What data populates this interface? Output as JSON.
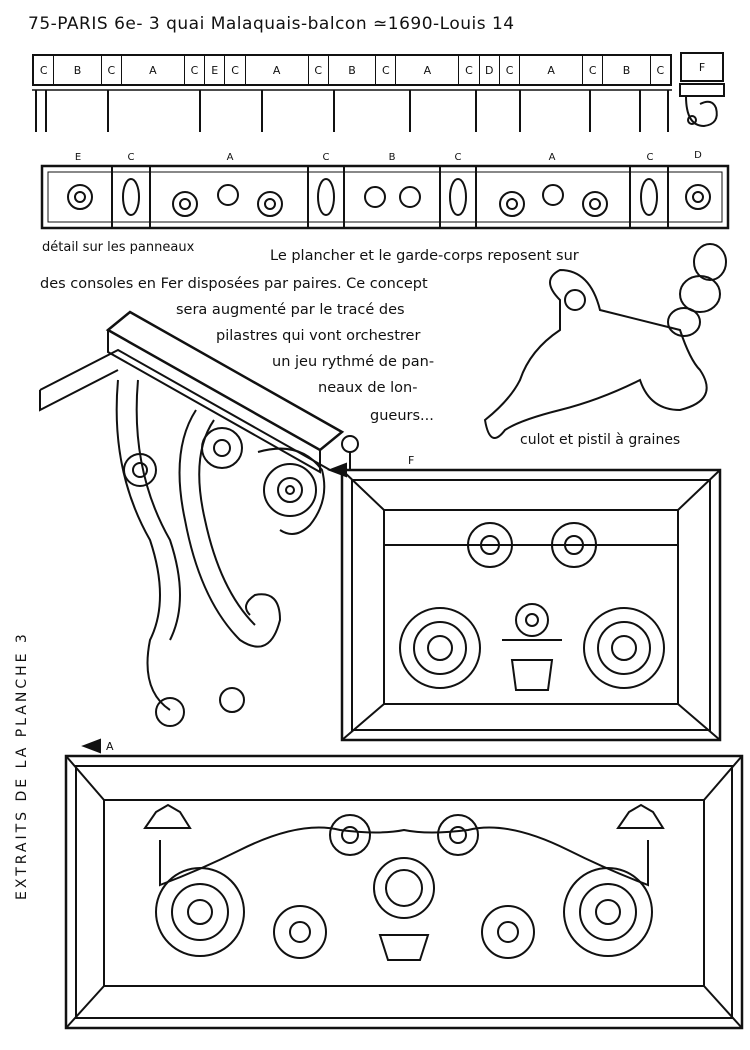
{
  "title": "75-PARIS 6e- 3 quai Malaquais-balcon ≃1690-Louis 14",
  "plan_strip": {
    "segments": [
      "C",
      "B",
      "C",
      "A",
      "C",
      "E",
      "C",
      "A",
      "C",
      "B",
      "C",
      "A",
      "C",
      "D",
      "C",
      "A",
      "C",
      "B",
      "C"
    ],
    "end_label": "F"
  },
  "panel_row_labels": [
    "E",
    "C",
    "A",
    "C",
    "B",
    "C",
    "A",
    "C",
    "D"
  ],
  "detail_caption": "détail sur les panneaux",
  "note_lines": [
    "Le plancher et le garde-corps reposent sur",
    "des consoles en Fer disposées par paires. Ce concept",
    "sera augmenté par le tracé des",
    "pilastres qui vont orchestrer",
    "un jeu rythmé de pan-",
    "neaux de lon-",
    "gueurs..."
  ],
  "culot_caption": "culot et pistil à graines",
  "marker_F": "F",
  "marker_A": "A",
  "vertical_caption": "EXTRAITS DE LA PLANCHE 3"
}
